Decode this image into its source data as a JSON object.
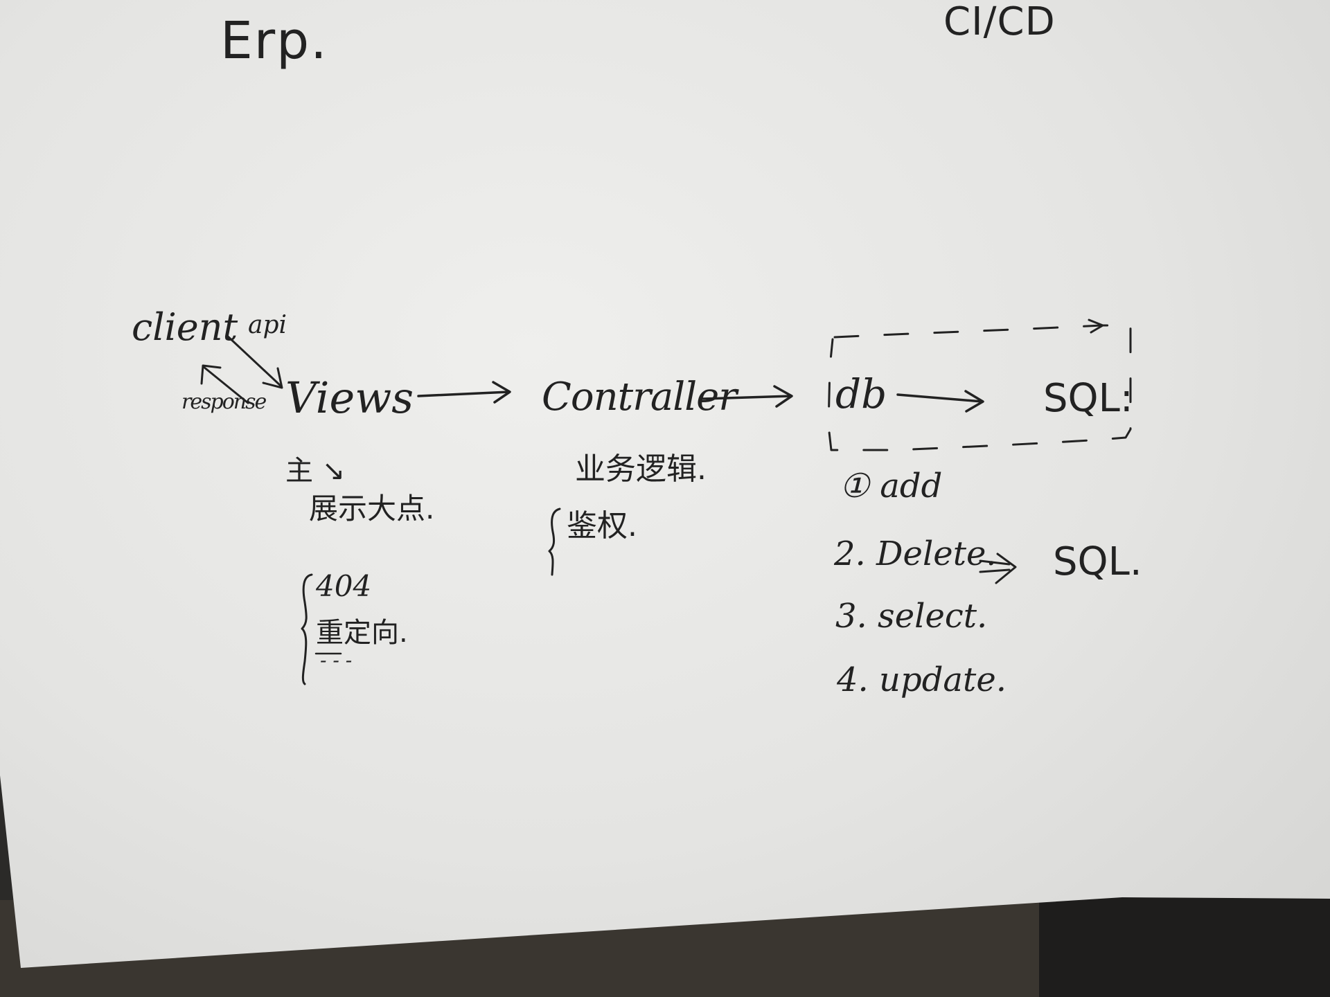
{
  "title": "Erp.",
  "corner_note": "CI/CD",
  "nodes": {
    "client": "client",
    "api": "api",
    "response": "response",
    "views": "Views",
    "controller": "Contraller",
    "db": "db",
    "sql": "SQL:"
  },
  "views_notes": {
    "line1": "主 ↘",
    "line2": "展示大点.",
    "bracket_items": [
      "404",
      "重定向.",
      "- - -"
    ]
  },
  "controller_notes": {
    "line1": "业务逻辑.",
    "bracket_items": [
      "鉴权."
    ]
  },
  "db_operations": [
    "① add",
    "2. Delete.",
    "3. select.",
    "4. update."
  ],
  "db_operations_target": "SQL."
}
